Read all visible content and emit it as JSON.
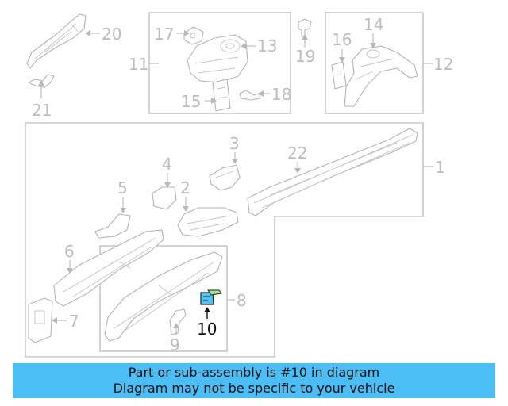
{
  "callouts": {
    "c1": "1",
    "c2": "2",
    "c3": "3",
    "c4": "4",
    "c5": "5",
    "c6": "6",
    "c7": "7",
    "c8": "8",
    "c9": "9",
    "c10": "10",
    "c11": "11",
    "c12": "12",
    "c13": "13",
    "c14": "14",
    "c15": "15",
    "c16": "16",
    "c17": "17",
    "c18": "18",
    "c19": "19",
    "c20": "20",
    "c21": "21",
    "c22": "22"
  },
  "highlighted_part": "10",
  "colors": {
    "highlight": "#4fc3f7",
    "banner": "#4dbdf5"
  },
  "banner": {
    "line1": "Part or sub-assembly is #10 in diagram",
    "line2": "Diagram may not be specific to your vehicle"
  }
}
